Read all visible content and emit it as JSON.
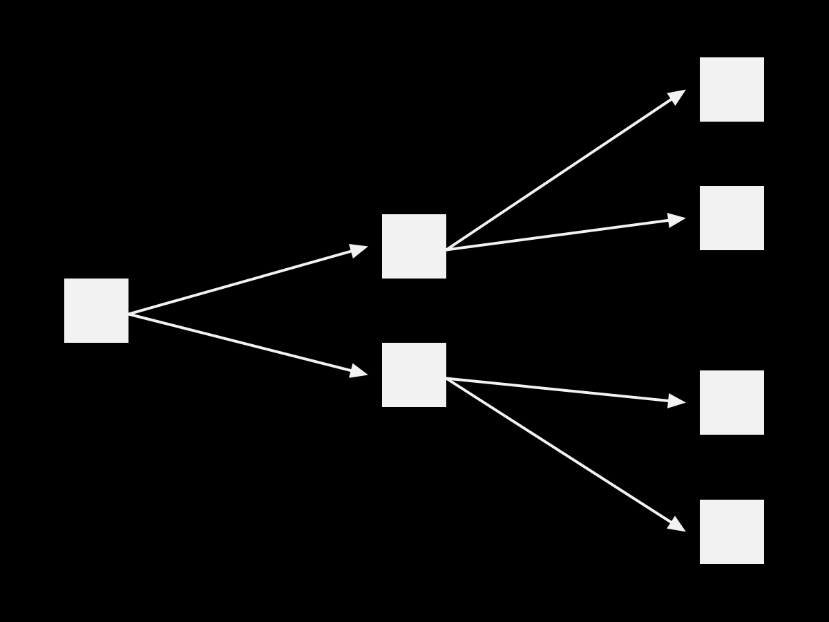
{
  "colors": {
    "background": "#000000",
    "node_fill": "#f2f2f2",
    "edge_stroke": "#f2f2f2"
  },
  "diagram": {
    "type": "tree",
    "direction": "left-to-right",
    "nodes": [
      {
        "id": "root"
      },
      {
        "id": "mid-top"
      },
      {
        "id": "mid-bottom"
      },
      {
        "id": "leaf-1"
      },
      {
        "id": "leaf-2"
      },
      {
        "id": "leaf-3"
      },
      {
        "id": "leaf-4"
      }
    ],
    "edges": [
      {
        "from": "root",
        "to": "mid-top"
      },
      {
        "from": "root",
        "to": "mid-bottom"
      },
      {
        "from": "mid-top",
        "to": "leaf-1"
      },
      {
        "from": "mid-top",
        "to": "leaf-2"
      },
      {
        "from": "mid-bottom",
        "to": "leaf-3"
      },
      {
        "from": "mid-bottom",
        "to": "leaf-4"
      }
    ]
  }
}
